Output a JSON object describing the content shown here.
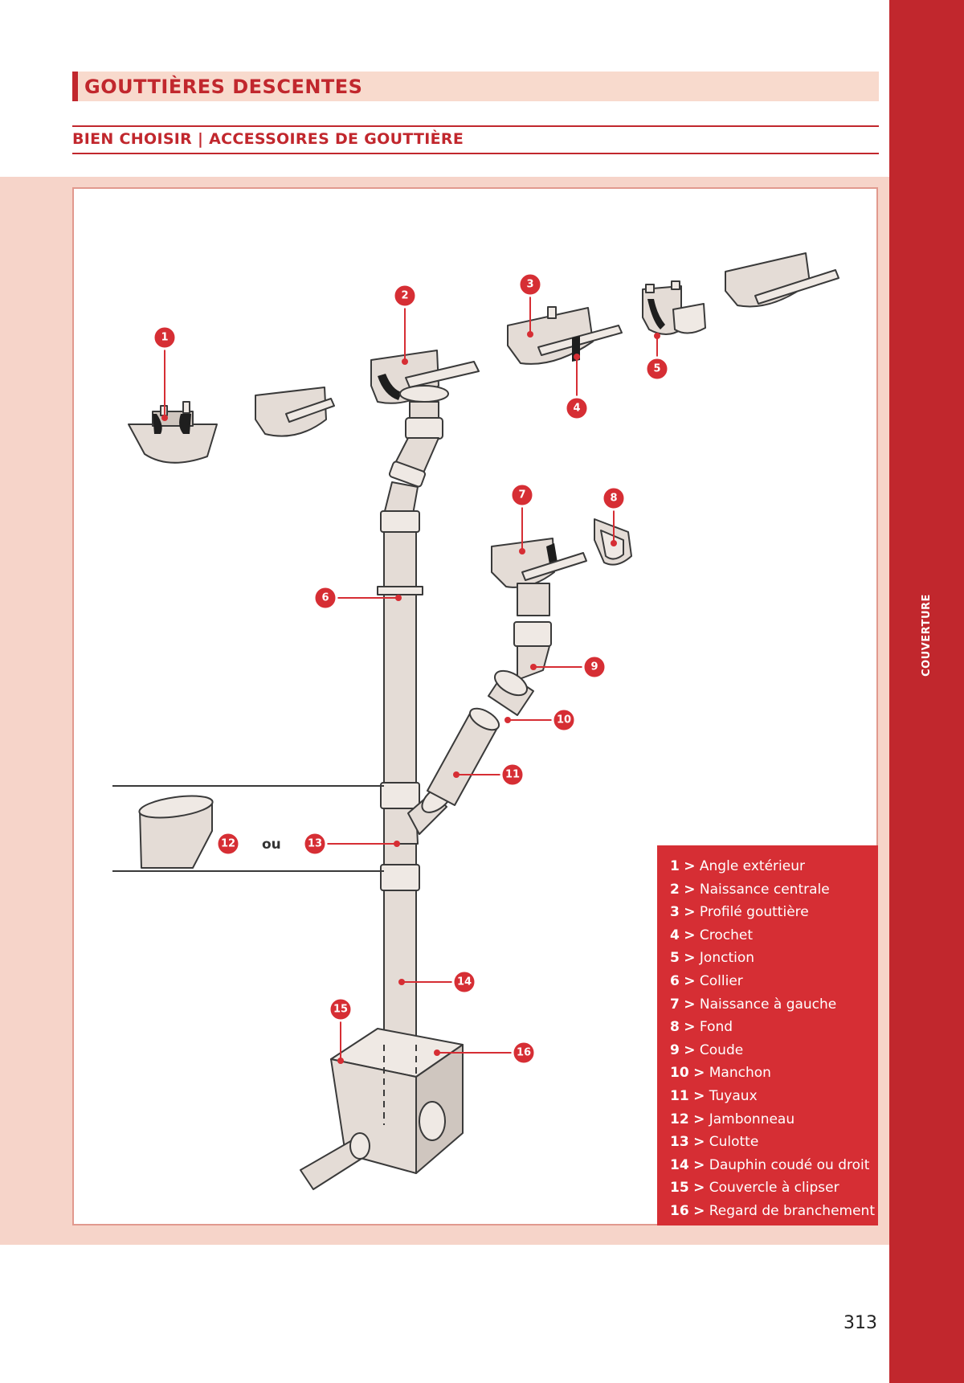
{
  "header": {
    "title": "GOUTTIÈRES DESCENTES",
    "subtitle": "BIEN CHOISIR | ACCESSOIRES DE GOUTTIÈRE"
  },
  "side_tab": {
    "label": "COUVERTURE"
  },
  "diagram": {
    "callouts": [
      "1",
      "2",
      "3",
      "4",
      "5",
      "6",
      "7",
      "8",
      "9",
      "10",
      "11",
      "12",
      "13",
      "14",
      "15",
      "16"
    ],
    "or_label": "ou"
  },
  "legend": {
    "items": [
      {
        "num": "1",
        "sep": ">",
        "label": "Angle extérieur"
      },
      {
        "num": "2",
        "sep": ">",
        "label": "Naissance centrale"
      },
      {
        "num": "3",
        "sep": ">",
        "label": "Profilé gouttière"
      },
      {
        "num": "4",
        "sep": ">",
        "label": "Crochet"
      },
      {
        "num": "5",
        "sep": ">",
        "label": "Jonction"
      },
      {
        "num": "6",
        "sep": ">",
        "label": "Collier"
      },
      {
        "num": "7",
        "sep": ">",
        "label": "Naissance à gauche"
      },
      {
        "num": "8",
        "sep": ">",
        "label": "Fond"
      },
      {
        "num": "9",
        "sep": ">",
        "label": "Coude"
      },
      {
        "num": "10",
        "sep": ">",
        "label": "Manchon"
      },
      {
        "num": "11",
        "sep": ">",
        "label": "Tuyaux"
      },
      {
        "num": "12",
        "sep": ">",
        "label": "Jambonneau"
      },
      {
        "num": "13",
        "sep": ">",
        "label": "Culotte"
      },
      {
        "num": "14",
        "sep": ">",
        "label": "Dauphin coudé ou droit"
      },
      {
        "num": "15",
        "sep": ">",
        "label": "Couvercle à clipser"
      },
      {
        "num": "16",
        "sep": ">",
        "label": "Regard de branchement"
      }
    ]
  },
  "footer": {
    "page_number": "313"
  },
  "colors": {
    "brand_red": "#c1272d",
    "legend_red": "#d62e34",
    "band_pink": "#f6d4c9",
    "title_pink": "#f8dacd",
    "part_fill": "#e4dcd6",
    "part_stroke": "#3a3a3a",
    "seal_black": "#1e1e1e"
  }
}
